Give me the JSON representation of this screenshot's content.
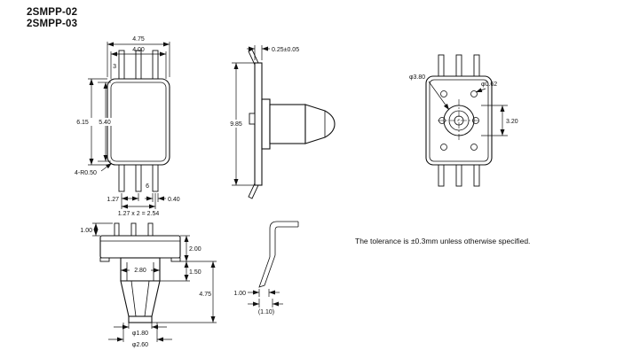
{
  "page": {
    "title_lines": [
      "2SMPP-02",
      "2SMPP-03"
    ],
    "tolerance_note": "The tolerance is ±0.3mm unless otherwise specified."
  },
  "front_view": {
    "dim_overall_width": "4.75",
    "dim_body_width": "4.00",
    "pin_number_top": "3",
    "dim_overall_height": "6.15",
    "dim_body_height": "5.40",
    "label_corner_radius": "4-R0.50",
    "dim_lead_pitch": "1.27",
    "pin_number_bottom": "6",
    "dim_lead_width": "0.40",
    "dim_lead_span": "1.27 x 2 = 2.54"
  },
  "side_view": {
    "dim_lid_thickness": "0.25±0.05",
    "dim_overall_height": "9.85"
  },
  "rear_view": {
    "dim_port_dia": "φ3.80",
    "dim_hole_dia": "φ0.62",
    "dim_hole_pitch": "3.20"
  },
  "bottom_view": {
    "dim_lead_height": "1.00",
    "dim_body_height": "2.00",
    "dim_base_height": "1.50",
    "dim_base_width": "2.80",
    "dim_port_length": "4.75",
    "dim_tip_dia": "φ1.80",
    "dim_port_dia": "φ2.60"
  },
  "detail_view": {
    "dim_offset": "1.00",
    "dim_ref": "(1.10)"
  }
}
